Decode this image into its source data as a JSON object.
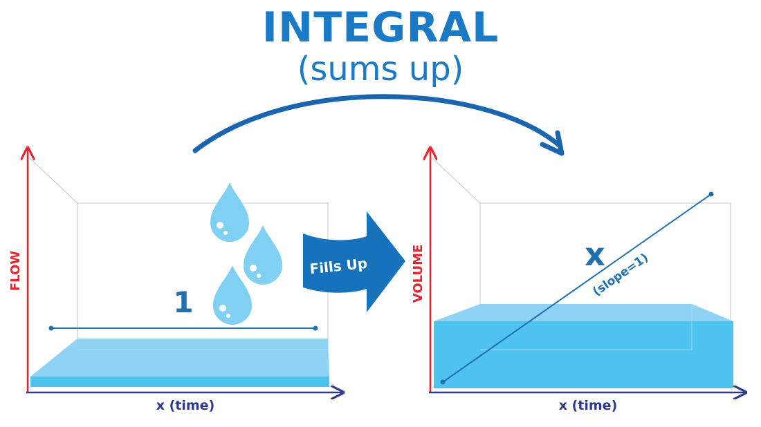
{
  "header": {
    "title": "INTEGRAL",
    "subtitle": "(sums up)"
  },
  "left_panel": {
    "y_axis_label": "FLOW",
    "x_axis_label": "x (time)",
    "value_label": "1"
  },
  "middle": {
    "arrow_label": "Fills Up"
  },
  "right_panel": {
    "y_axis_label": "VOLUME",
    "x_axis_label": "x (time)",
    "line_label": "x",
    "slope_label": "(slope=1)"
  },
  "colors": {
    "title_blue": "#1a7ac6",
    "axis_red": "#e8242f",
    "axis_navy": "#2d3a8c",
    "line_blue": "#1f6fb3",
    "water_light": "#8fd3f4",
    "water_mid": "#4fc3f0",
    "water_dark": "#3aaee0",
    "drop_fill": "#7fd0f2",
    "arrow_blue": "#1572bb",
    "box_gray": "#c8c8c8"
  }
}
